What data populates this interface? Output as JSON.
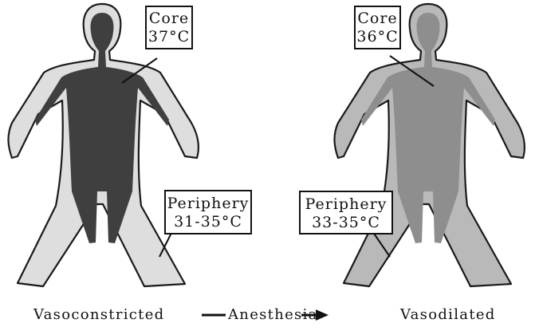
{
  "left_figure": {
    "core": {
      "label": "Core",
      "temp": "37°C"
    },
    "periphery": {
      "label": "Periphery",
      "temp": "31-35°C"
    },
    "caption": "Vasoconstricted"
  },
  "right_figure": {
    "core": {
      "label": "Core",
      "temp": "36°C"
    },
    "periphery": {
      "label": "Periphery",
      "temp": "33-35°C"
    },
    "caption": "Vasodilated"
  },
  "transition_label": "Anesthesia",
  "colors": {
    "left_core": "#3f3f3f",
    "left_periphery": "#dedede",
    "right_core": "#8e8e8e",
    "right_periphery": "#b9b9b9",
    "outline": "#1a1a1a"
  }
}
